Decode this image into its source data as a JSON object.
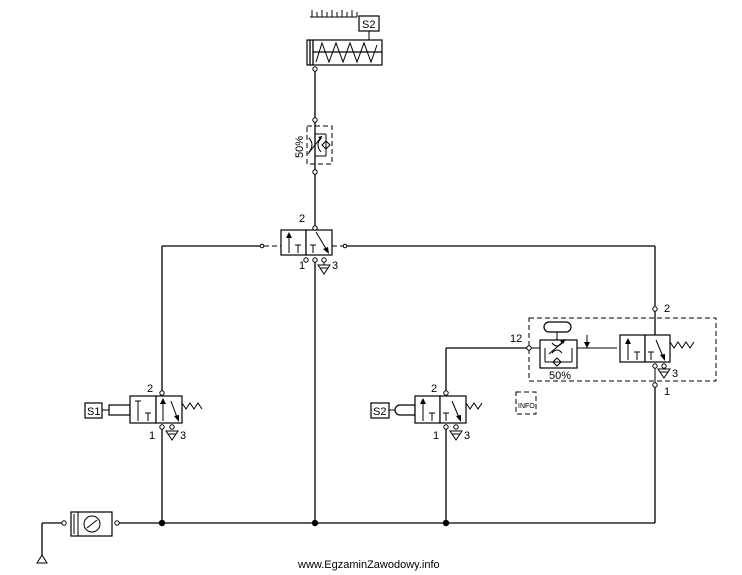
{
  "labels": {
    "cylinder_sensor": "S2",
    "throttle_percent_top": "50%",
    "main_valve_port_2": "2",
    "main_valve_port_1": "1",
    "main_valve_port_3": "3",
    "s1_label": "S1",
    "s1_port_2": "2",
    "s1_port_1": "1",
    "s1_port_3": "3",
    "s2_label": "S2",
    "s2_port_2": "2",
    "s2_port_1": "1",
    "s2_port_3": "3",
    "timer_port_12": "12",
    "timer_percent": "50%",
    "timer_port_2": "2",
    "timer_port_3": "3",
    "timer_port_1": "1",
    "info_badge": "INFO",
    "watermark": "www.EgzaminZawodowy.info"
  }
}
